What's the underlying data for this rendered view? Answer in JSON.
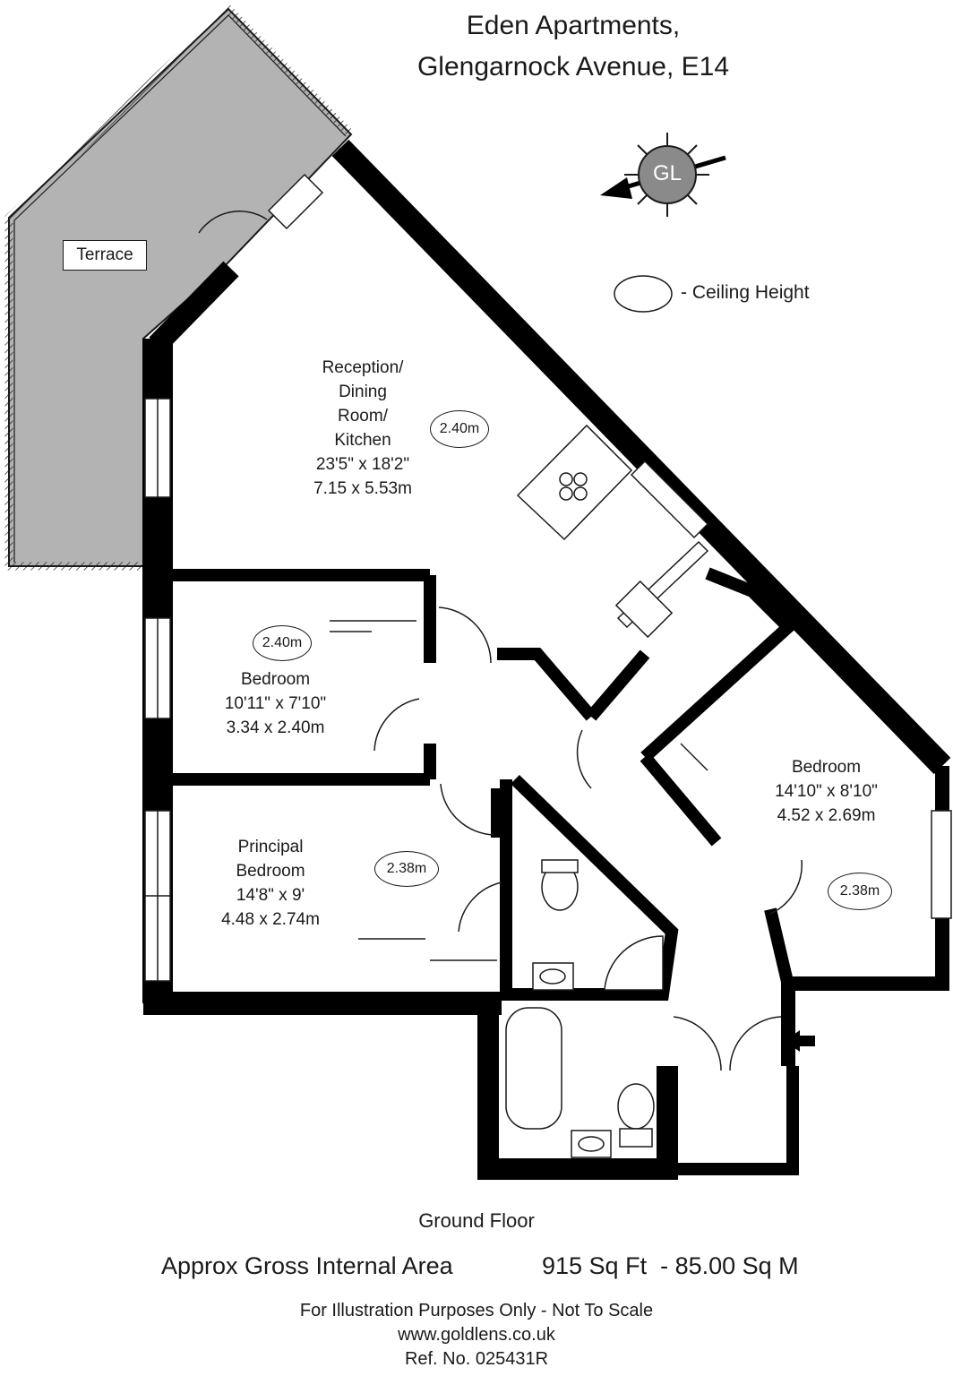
{
  "header": {
    "title_line1": "Eden Apartments,",
    "title_line2": "Glengarnock Avenue, E14"
  },
  "compass": {
    "label": "GL",
    "direction": "west-south-west"
  },
  "legend": {
    "ceiling_height_label": "- Ceiling Height"
  },
  "rooms": {
    "terrace": {
      "label": "Terrace"
    },
    "reception": {
      "lines": [
        "Reception/",
        "Dining",
        "Room/",
        "Kitchen"
      ],
      "imperial": "23'5\" x 18'2\"",
      "metric": "7.15 x 5.53m",
      "ceiling": "2.40m"
    },
    "bedroom1": {
      "name": "Bedroom",
      "imperial": "10'11\" x 7'10\"",
      "metric": "3.34 x 2.40m",
      "ceiling": "2.40m"
    },
    "principal": {
      "lines": [
        "Principal",
        "Bedroom"
      ],
      "imperial": "14'8\" x 9'",
      "metric": "4.48 x 2.74m",
      "ceiling": "2.38m"
    },
    "bedroom2": {
      "name": "Bedroom",
      "imperial": "14'10\" x 8'10\"",
      "metric": "4.52 x 2.69m",
      "ceiling": "2.38m"
    }
  },
  "footer": {
    "floor": "Ground Floor",
    "area_label": "Approx Gross Internal Area",
    "area_value": "915 Sq Ft  - 85.00 Sq M",
    "disclaimer": "For Illustration Purposes Only - Not To Scale",
    "website": "www.goldlens.co.uk",
    "ref": "Ref. No. 025431R"
  },
  "colors": {
    "wall": "#000000",
    "terrace": "#b3b3b3",
    "compass": "#8a8a8a"
  }
}
